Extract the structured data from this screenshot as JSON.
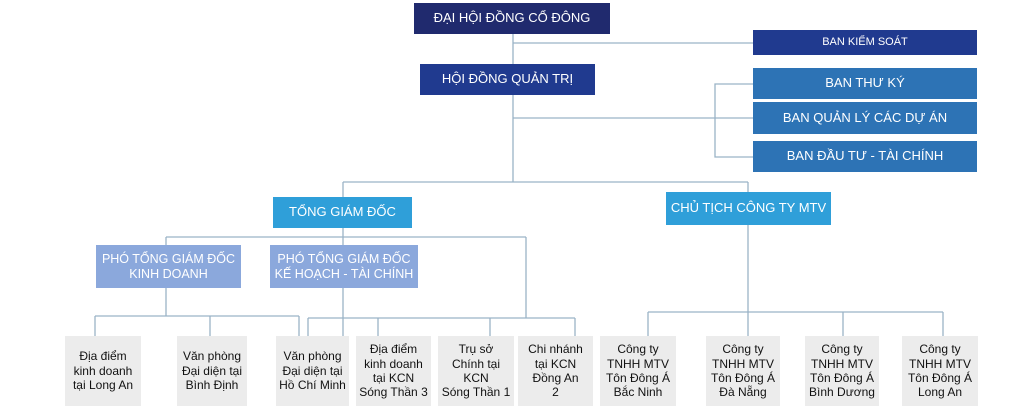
{
  "shareholders": "ĐẠI HỘI ĐỒNG CỔ ĐÔNG",
  "supervisory_board": "BAN KIỂM SOÁT",
  "board_of_directors": "HỘI ĐỒNG QUẢN TRỊ",
  "secretariat": "BAN THƯ KÝ",
  "project_management": "BAN QUẢN LÝ CÁC DỰ ÁN",
  "investment_finance": "BAN ĐẦU TƯ - TÀI CHÍNH",
  "general_director": "TỔNG GIÁM ĐỐC",
  "mtv_chairman": "CHỦ TỊCH CÔNG TY MTV",
  "deputy_business": "PHÓ TỔNG GIÁM ĐỐC\nKINH DOANH",
  "deputy_planning": "PHÓ TỔNG GIÁM ĐỐC\nKẾ HOẠCH - TÀI CHÍNH",
  "units": [
    "Địa điểm\nkinh doanh\ntại Long An",
    "Văn phòng\nĐại diện tại\nBình Định",
    "Văn phòng\nĐại diện tại\nHồ Chí Minh",
    "Địa điểm\nkinh doanh\ntại KCN\nSóng Thần 3",
    "Trụ sở\nChính tại\nKCN\nSóng Thần 1",
    "Chi nhánh\ntại KCN\nĐồng An\n2",
    "Công ty\nTNHH MTV\nTôn Đông Á\nBắc Ninh",
    "Công ty\nTNHH MTV\nTôn Đông Á\nĐà Nẵng",
    "Công ty\nTNHH MTV\nTôn Đông Á\nBình Dương",
    "Công ty\nTNHH MTV\nTôn Đông Á\nLong An"
  ],
  "colors": {
    "navy": "#202a6e",
    "navy_alt": "#203a8f",
    "steel_blue": "#2d73b5",
    "sky_blue": "#2f9fd9",
    "lavender": "#8ba8dc",
    "leaf_gray": "#ececec",
    "connector": "#9ab3c6"
  }
}
